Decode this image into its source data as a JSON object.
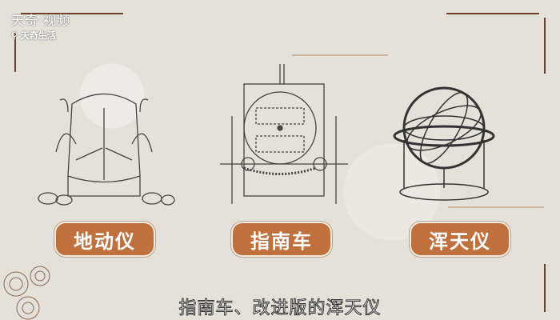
{
  "watermark": {
    "title": "天奇·视频",
    "sub": "天奇生活",
    "icon": "search-icon"
  },
  "labels": [
    "地动仪",
    "指南车",
    "浑天仪"
  ],
  "subtitle": "指南车、改进版的浑天仪",
  "colors": {
    "pill": "#c0703c",
    "frame": "#6b3f2a",
    "background": "#e4e1db"
  }
}
